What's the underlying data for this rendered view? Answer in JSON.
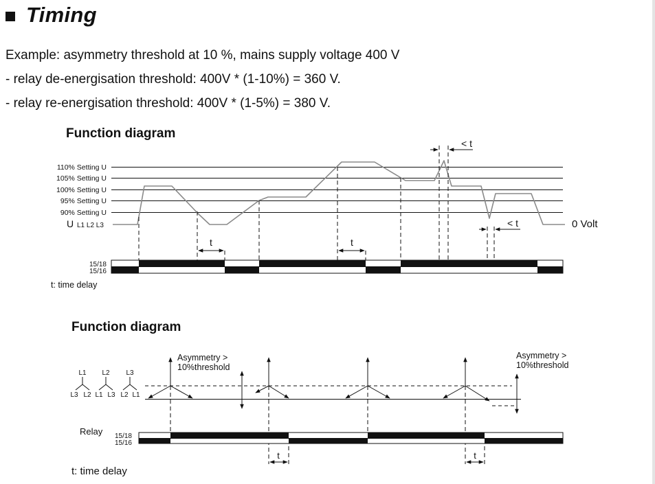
{
  "title": "Timing",
  "intro": {
    "example": "Example: asymmetry threshold at 10 %, mains supply voltage 400 V",
    "de_energisation": "- relay de-energisation threshold: 400V * (1-10%) = 360 V.",
    "re_energisation": "- relay re-energisation threshold: 400V * (1-5%) = 380 V."
  },
  "diagram1": {
    "title": "Function diagram",
    "levels": [
      "110% Setting  U",
      "105% Setting  U",
      "100% Setting  U",
      "95% Setting  U",
      "90% Setting  U"
    ],
    "u_label": "U",
    "u_sub": "L1 L2 L3",
    "zero_label": "0  Volt",
    "t_label": "t",
    "lt_label": "< t",
    "relay_top": "15/18",
    "relay_bottom": "15/16",
    "note": "t: time delay"
  },
  "diagram2": {
    "title": "Function diagram",
    "asym_label_1": "Asymmetry >",
    "asym_label_2": "10%threshold",
    "phase_groups": [
      {
        "top": "L1",
        "left": "L3",
        "right": "L2"
      },
      {
        "top": "L2",
        "left": "L1",
        "right": "L3"
      },
      {
        "top": "L3",
        "left": "L2",
        "right": "L1"
      }
    ],
    "relay_label": "Relay",
    "relay_top": "15/18",
    "relay_bottom": "15/16",
    "t_label": "t",
    "note": "t: time  delay"
  },
  "colors": {
    "ink": "#111111",
    "waveform": "#8a8a8a",
    "background": "#ffffff"
  }
}
